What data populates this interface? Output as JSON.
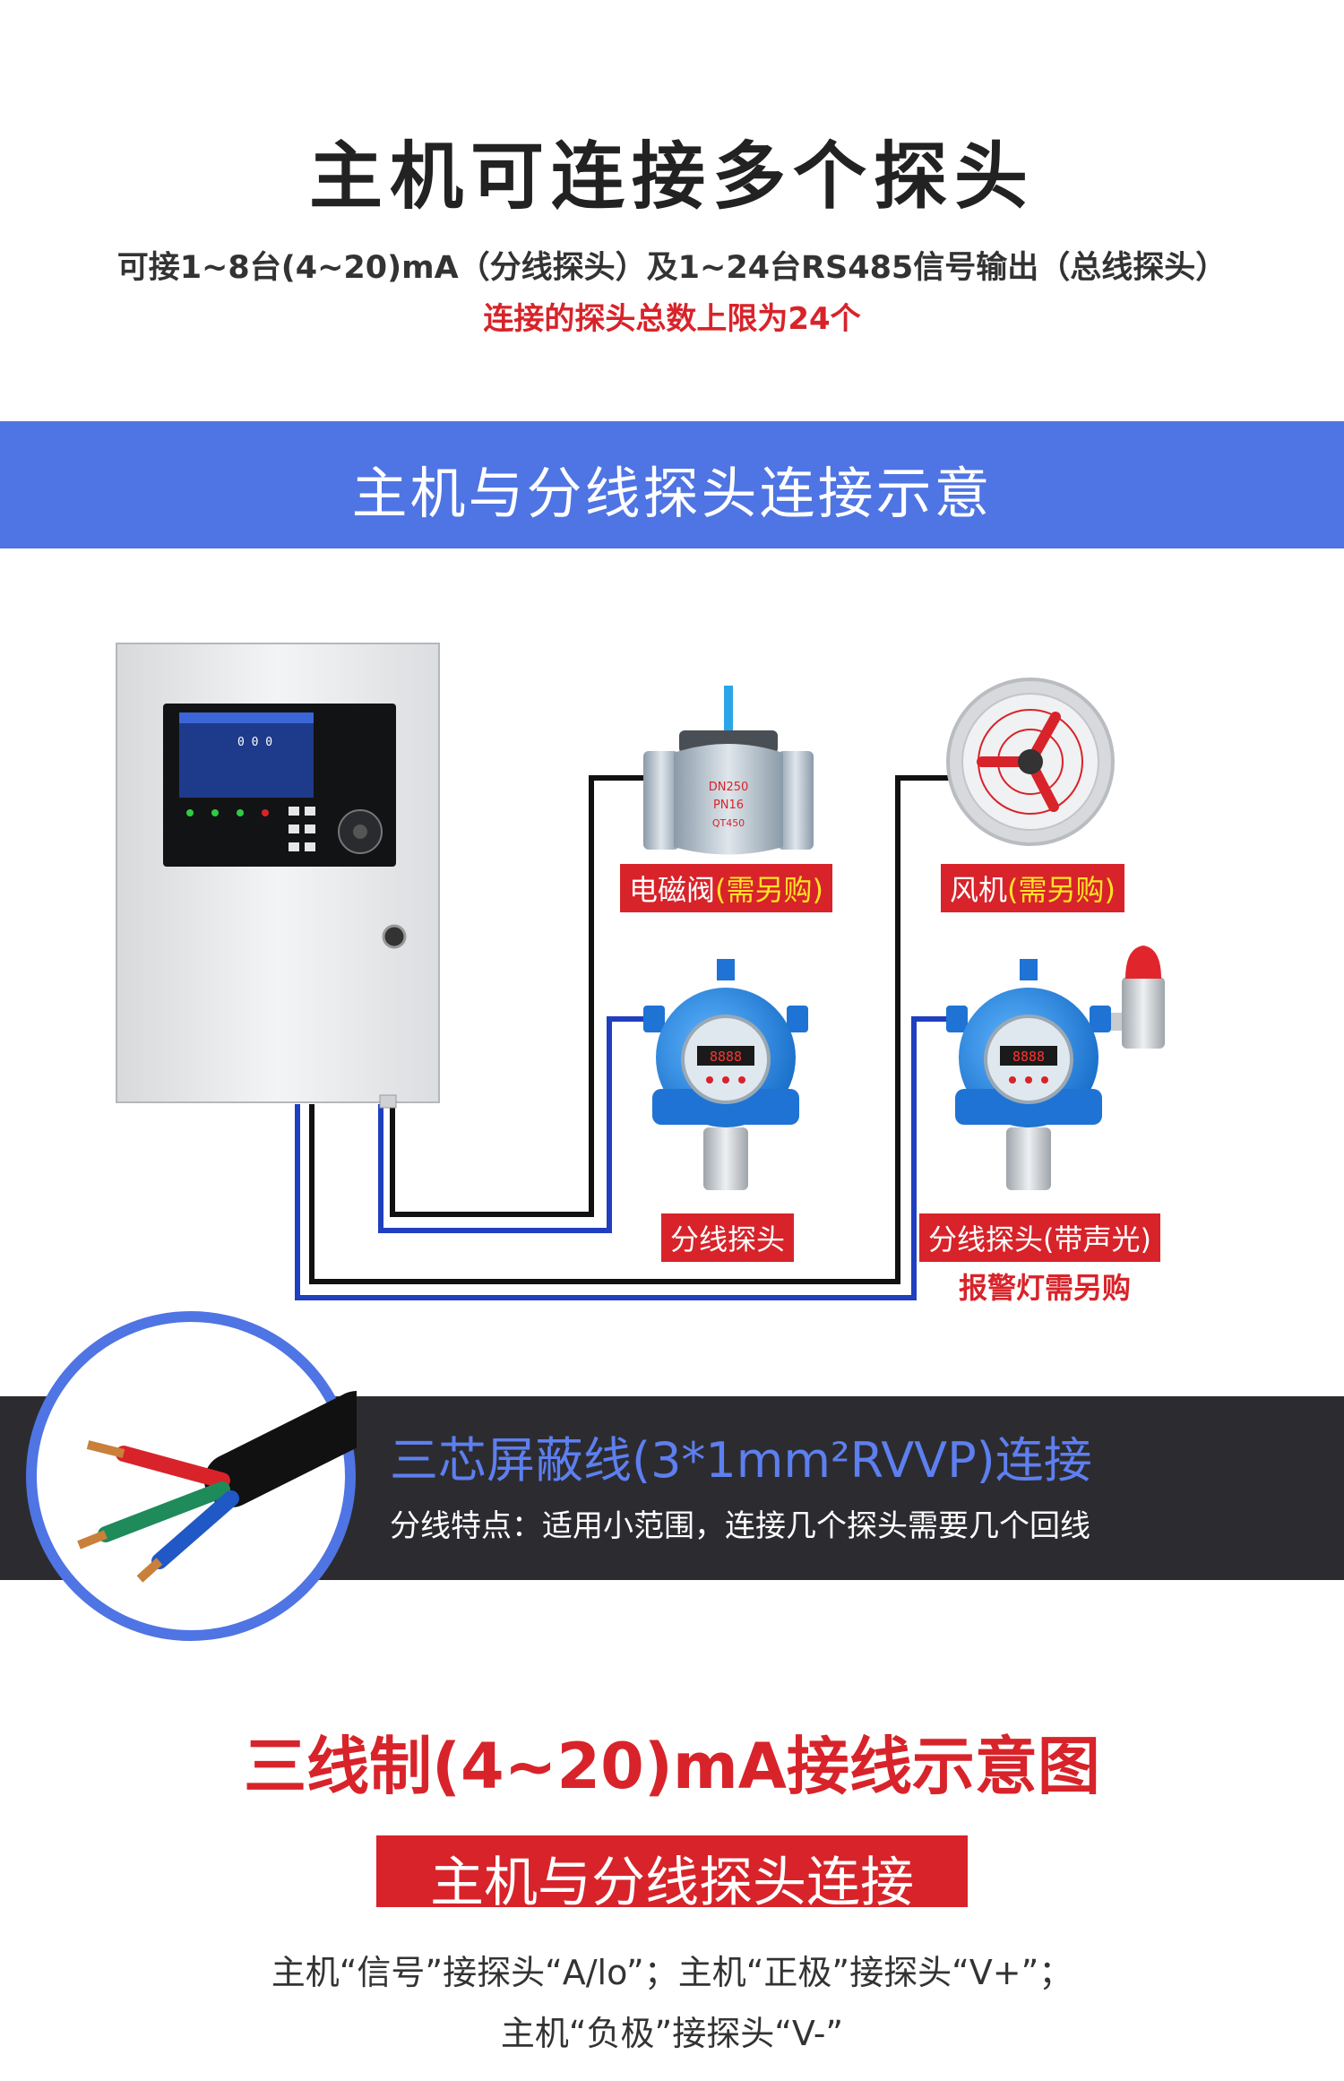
{
  "header": {
    "title": "主机可连接多个探头",
    "line1": "可接1~8台(4~20)mA（分线探头）及1~24台RS485信号输出（总线探头）",
    "line2": "连接的探头总数上限为24个"
  },
  "section_banner": {
    "text": "主机与分线探头连接示意"
  },
  "diagram": {
    "valve_label_main": "电磁阀",
    "valve_label_extra": "(需另购)",
    "fan_label_main": "风机",
    "fan_label_extra": "(需另购)",
    "probe1_label": "分线探头",
    "probe2_label": "分线探头(带声光)",
    "probe2_note": "报警灯需另购",
    "valve_plate": [
      "DN250",
      "PN16",
      "QT450"
    ]
  },
  "cable": {
    "title": "三芯屏蔽线(3*1mm²RVVP)连接",
    "subtitle": "分线特点：适用小范围，连接几个探头需要几个回线"
  },
  "wiring": {
    "title": "三线制(4~20)mA接线示意图",
    "banner": "主机与分线探头连接",
    "desc_line1": "主机“信号”接探头“A/lo”；主机“正极”接探头“V+”；",
    "desc_line2": "主机“负极”接探头“V-”"
  },
  "colors": {
    "accent_blue": "#4f74e3",
    "accent_red": "#d8232a",
    "highlight_yellow": "#ffe226",
    "dark_band": "#2c2c30"
  }
}
